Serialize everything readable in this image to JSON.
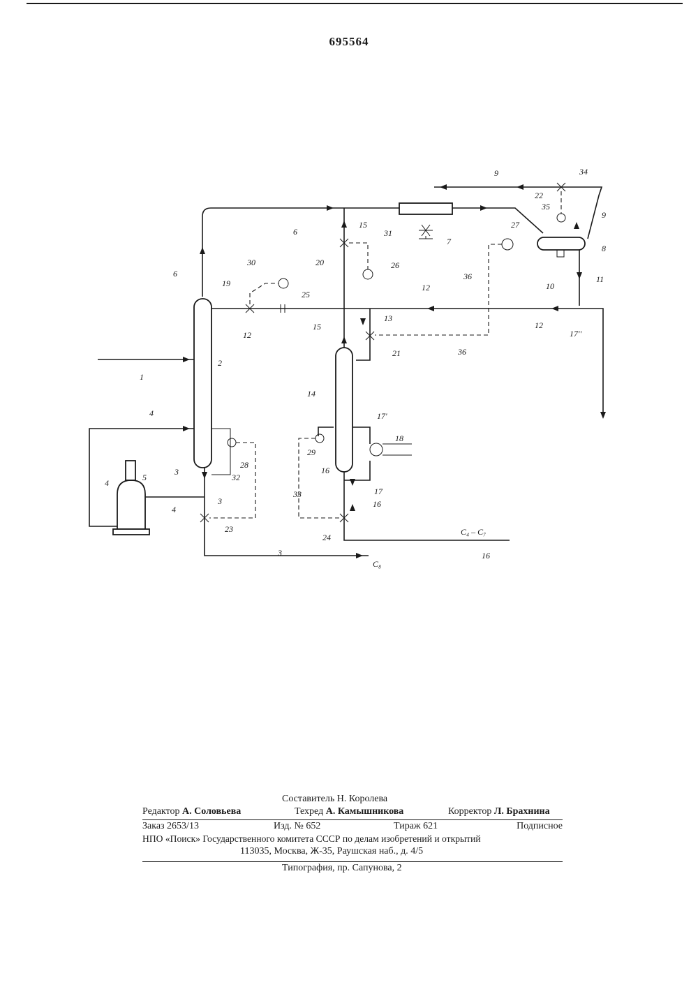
{
  "patent_number": "695564",
  "diagram_labels": {
    "n1": "1",
    "n2": "2",
    "n3": "3",
    "n4": "4",
    "n5": "5",
    "n6": "6",
    "n7": "7",
    "n8": "8",
    "n9": "9",
    "n10": "10",
    "n11": "11",
    "n12": "12",
    "n13": "13",
    "n14": "14",
    "n15": "15",
    "n16": "16",
    "n17": "17",
    "n17p": "17'",
    "n17pp": "17''",
    "n18": "18",
    "n19": "19",
    "n20": "20",
    "n21": "21",
    "n22": "22",
    "n23": "23",
    "n24": "24",
    "n25": "25",
    "n26": "26",
    "n27": "27",
    "n28": "28",
    "n29": "29",
    "n30": "30",
    "n31": "31",
    "n32": "32",
    "n33": "33",
    "n34": "34",
    "n35": "35",
    "n36": "36",
    "product_c4_c7": "C₄ – C₇",
    "product_c8": "C₈"
  },
  "imprint": {
    "compiler": "Составитель Н. Королева",
    "editor_role": "Редактор",
    "editor_name": "А. Соловьева",
    "techeditor_role": "Техред",
    "techeditor_name": "А. Камышникова",
    "proofreader_role": "Корректор",
    "proofreader_name": "Л. Брахнина",
    "order": "Заказ 2653/13",
    "edition": "Изд. № 652",
    "circulation": "Тираж 621",
    "subscription": "Подписное",
    "organization": "НПО «Поиск» Государственного комитета СССР по делам изобретений и открытий",
    "address": "113035, Москва, Ж-35, Раушская наб., д. 4/5",
    "printing_house": "Типография, пр. Сапунова, 2"
  }
}
